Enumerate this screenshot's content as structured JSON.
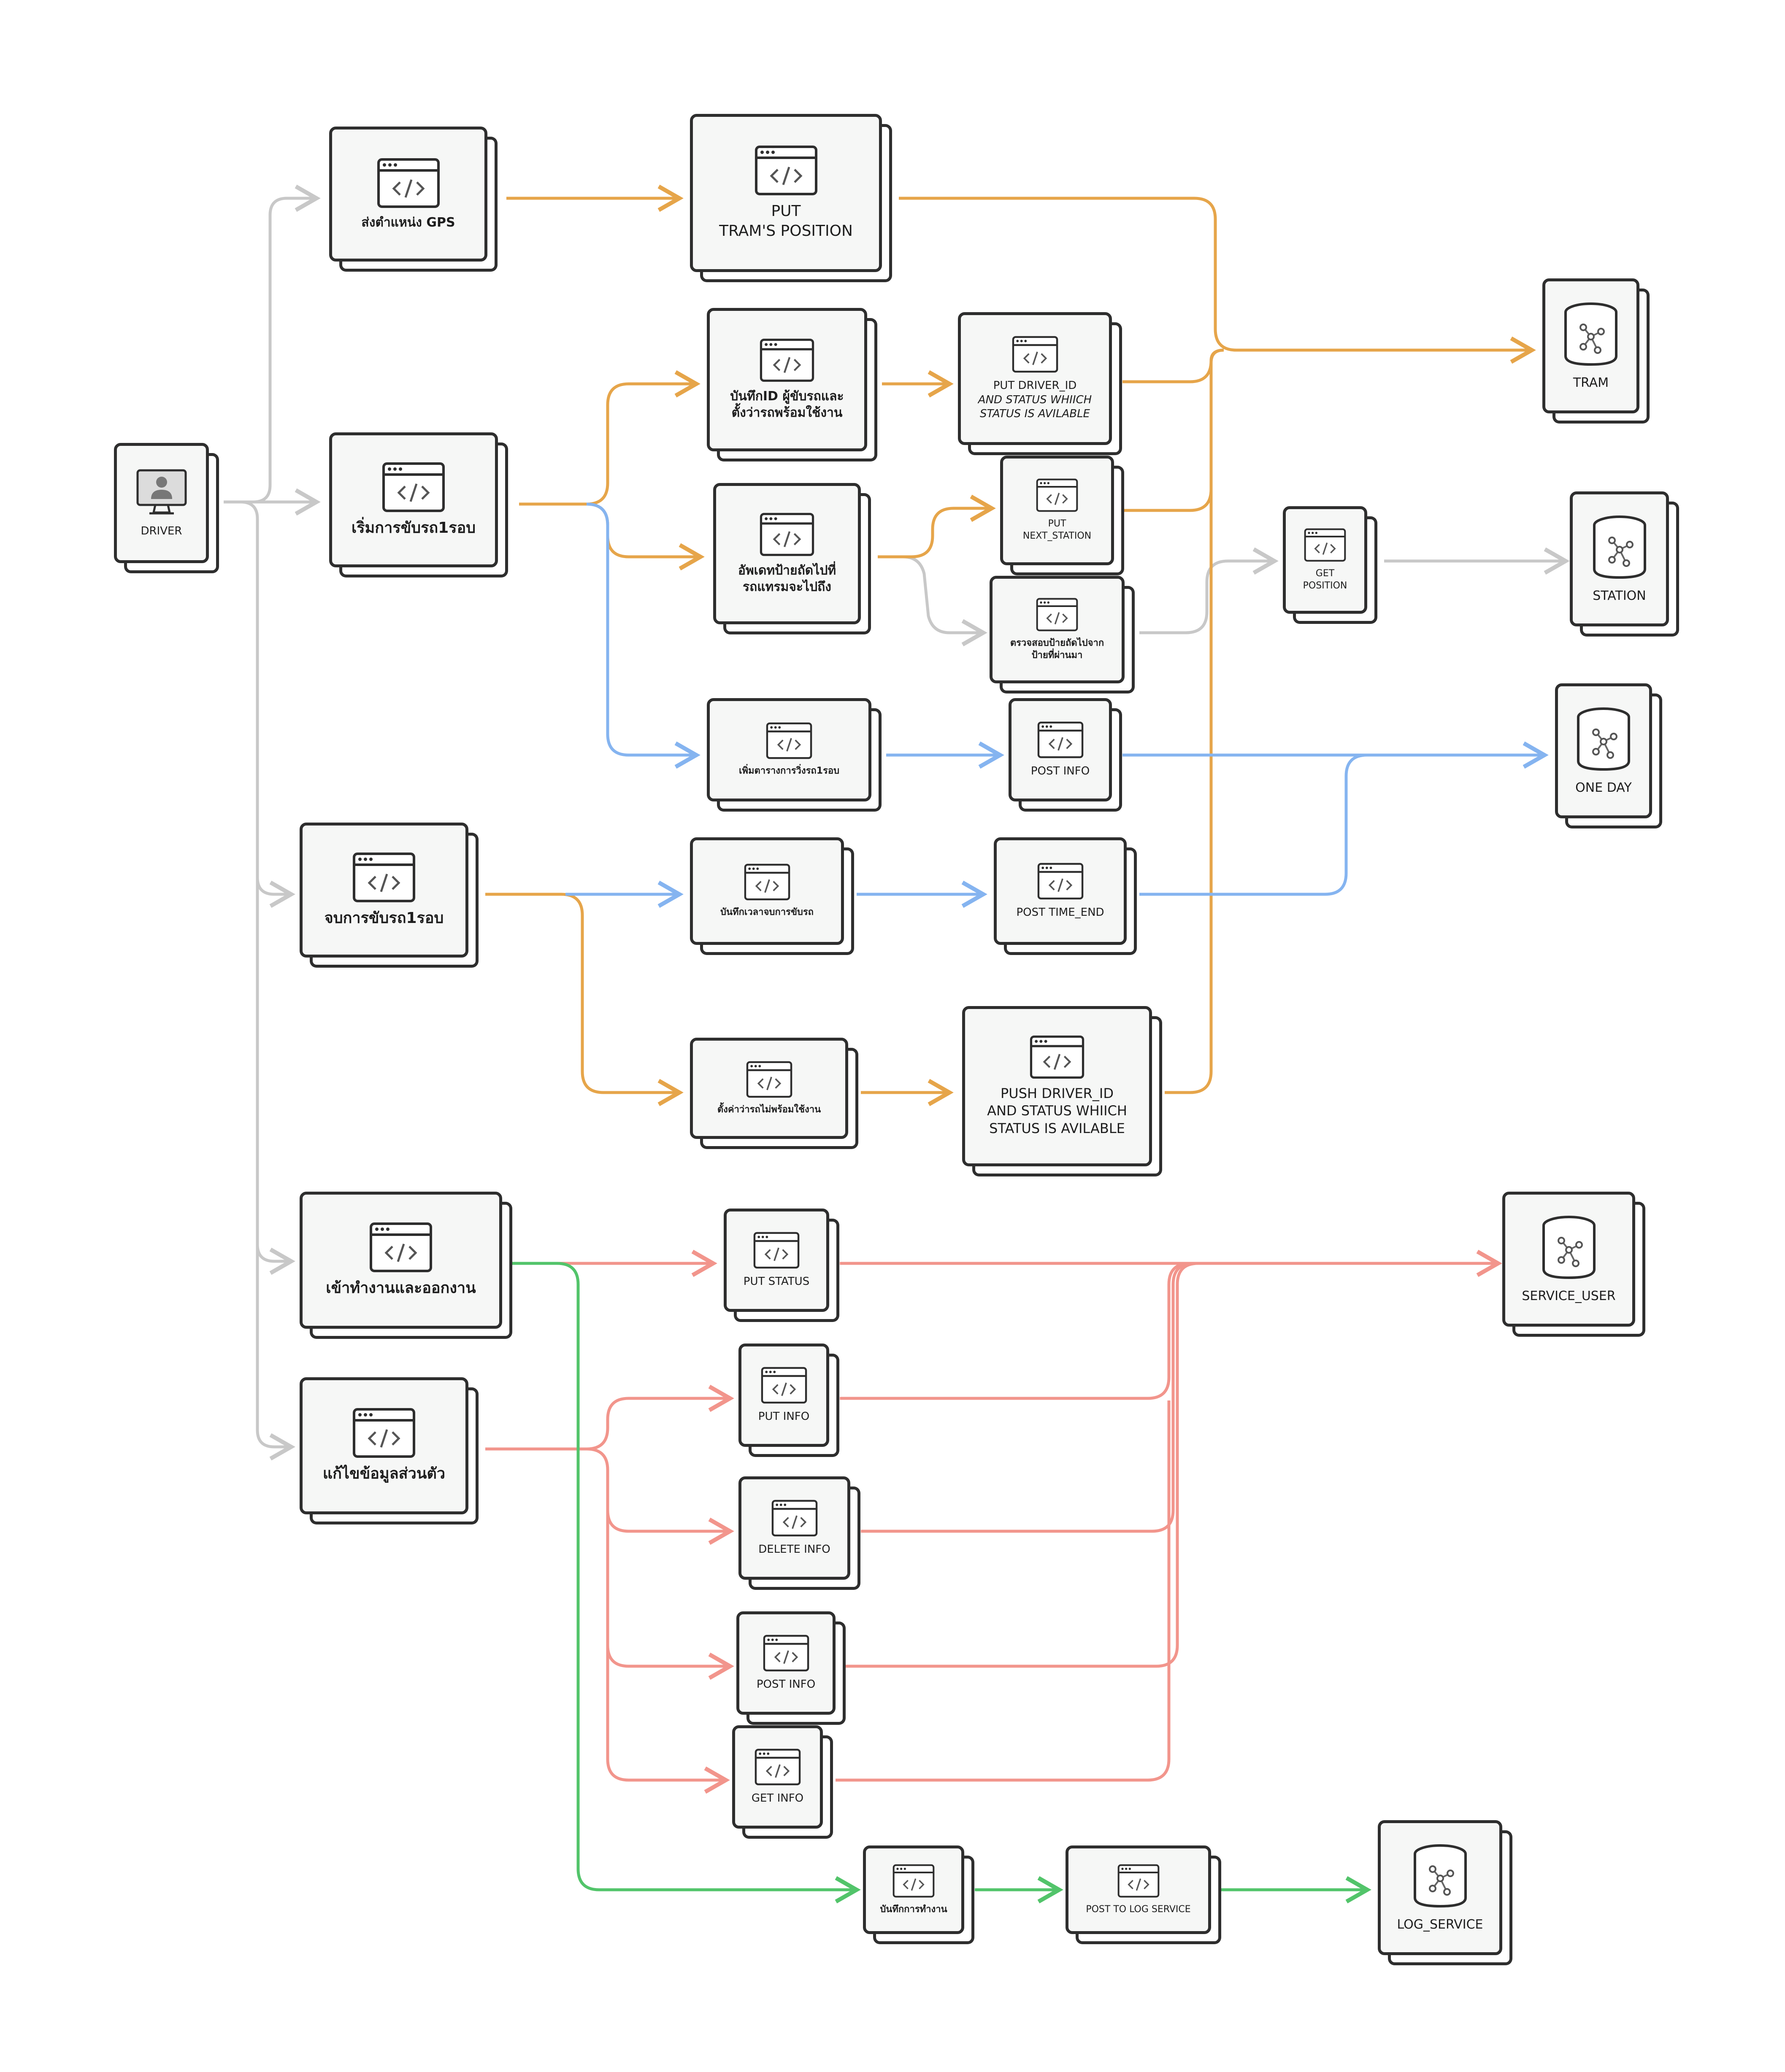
{
  "colors": {
    "gray": "#c8c8c8",
    "orange": "#e6a54a",
    "blue": "#85b4f0",
    "red": "#f2958c",
    "green": "#52c46a",
    "border": "#2e2e2e",
    "fill": "#f6f7f6"
  },
  "icons": {
    "code": "code-window-icon",
    "user": "user-monitor-icon",
    "db": "database-network-icon"
  },
  "nodes": {
    "driver": "DRIVER",
    "send_gps": "ส่งตำแหน่ง GPS",
    "put_tram_position": "PUT\nTRAM'S POSITION",
    "start_round": "เริ่มการขับรถ1รอบ",
    "record_driver": "บันทึกID ผู้ขับรถและ\nตั้งว่ารถพร้อมใช้งาน",
    "put_driver_id": "PUT DRIVER_ID",
    "put_driver_id_sub": "AND STATUS WHIICH\nSTATUS IS AVILABLE",
    "update_next_stop": "อัพเดทป้ายถัดไปที่\nรถแทรมจะไปถึง",
    "put_next_station": "PUT\nNEXT_STATION",
    "check_next_stop": "ตรวจสอบป้ายถัดไปจาก\nป้ายที่ผ่านมา",
    "get_position": "GET\nPOSITION",
    "add_schedule": "เพิ่มตารางการวิ่งรถ1รอบ",
    "post_info_1": "POST INFO",
    "end_round": "จบการขับรถ1รอบ",
    "record_end_time": "บันทึกเวลาจบการขับรถ",
    "post_time_end": "POST TIME_END",
    "set_unavailable": "ตั้งค่าว่ารถไม่พร้อมใช้งาน",
    "push_driver_id": "PUSH DRIVER_ID\nAND STATUS WHIICH\nSTATUS IS AVILABLE",
    "check_in_out": "เข้าทำงานและออกงาน",
    "edit_profile": "แก้ไขข้อมูลส่วนตัว",
    "put_status": "PUT STATUS",
    "put_info": "PUT INFO",
    "delete_info": "DELETE INFO",
    "post_info_2": "POST INFO",
    "get_info": "GET INFO",
    "record_work": "บันทึกการทำงาน",
    "post_log_service": "POST TO  LOG SERVICE"
  },
  "databases": {
    "tram": "TRAM",
    "station": "STATION",
    "one_day": "ONE DAY",
    "service_user": "SERVICE_USER",
    "log_service": "LOG_SERVICE"
  }
}
